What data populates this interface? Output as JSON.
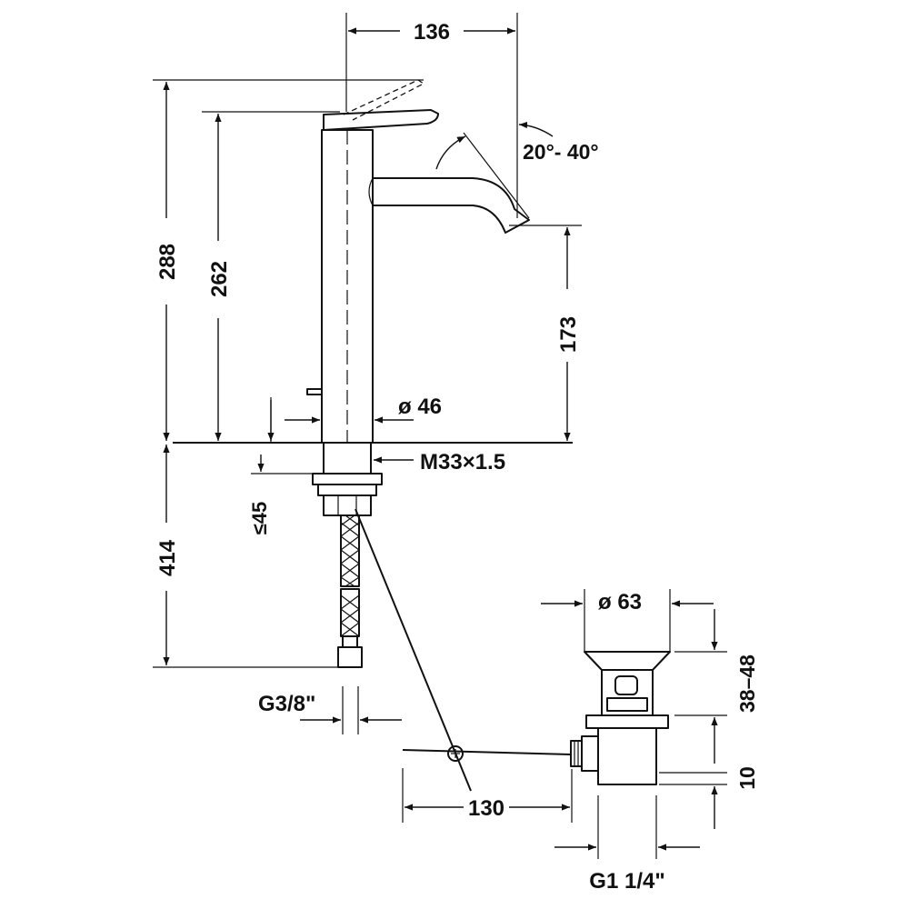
{
  "dimensions": {
    "width_136": "136",
    "angle": "20°- 40°",
    "height_288": "288",
    "height_262": "262",
    "spout_173": "173",
    "diameter_46": "ø 46",
    "thread_m33": "M33×1.5",
    "max_45": "≤45",
    "hose_414": "414",
    "connection_g38": "G3/8\"",
    "waste_diameter_63": "ø 63",
    "range_38_48": "38–48",
    "gap_10": "10",
    "rod_130": "130",
    "waste_thread_g114": "G1 1/4\""
  }
}
